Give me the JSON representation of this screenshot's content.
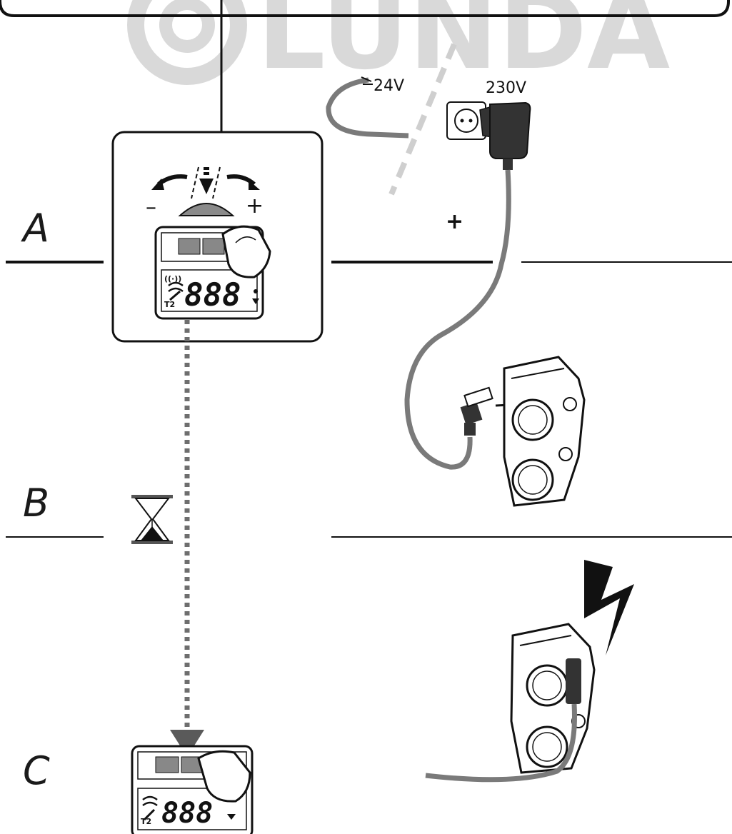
{
  "watermark": {
    "brand": "LUNDA"
  },
  "steps": {
    "a": "A",
    "b": "B",
    "c": "C"
  },
  "dial": {
    "minus": "–",
    "plus": "+"
  },
  "voltages": {
    "low": "24V",
    "mains": "230V"
  },
  "connector": {
    "plus": "+"
  },
  "display": {
    "digits": "888",
    "mode_label": "T2"
  },
  "icons": [
    "rotate-left-arrow-icon",
    "rotate-right-arrow-icon",
    "press-down-arrow-icon",
    "adjustment-dial-icon",
    "finger-press-icon",
    "hourglass-icon",
    "power-adapter-icon",
    "wall-socket-icon",
    "lightning-bolt-icon",
    "dc-jack-plug-icon",
    "valve-housing-icon",
    "wireless-signal-icon",
    "wrench-icon"
  ],
  "colors": {
    "cable": "#7a7a7a",
    "ink": "#1a1a1a",
    "watermark": "#d9d9d9",
    "dotted_path": "#6e6e6e"
  }
}
